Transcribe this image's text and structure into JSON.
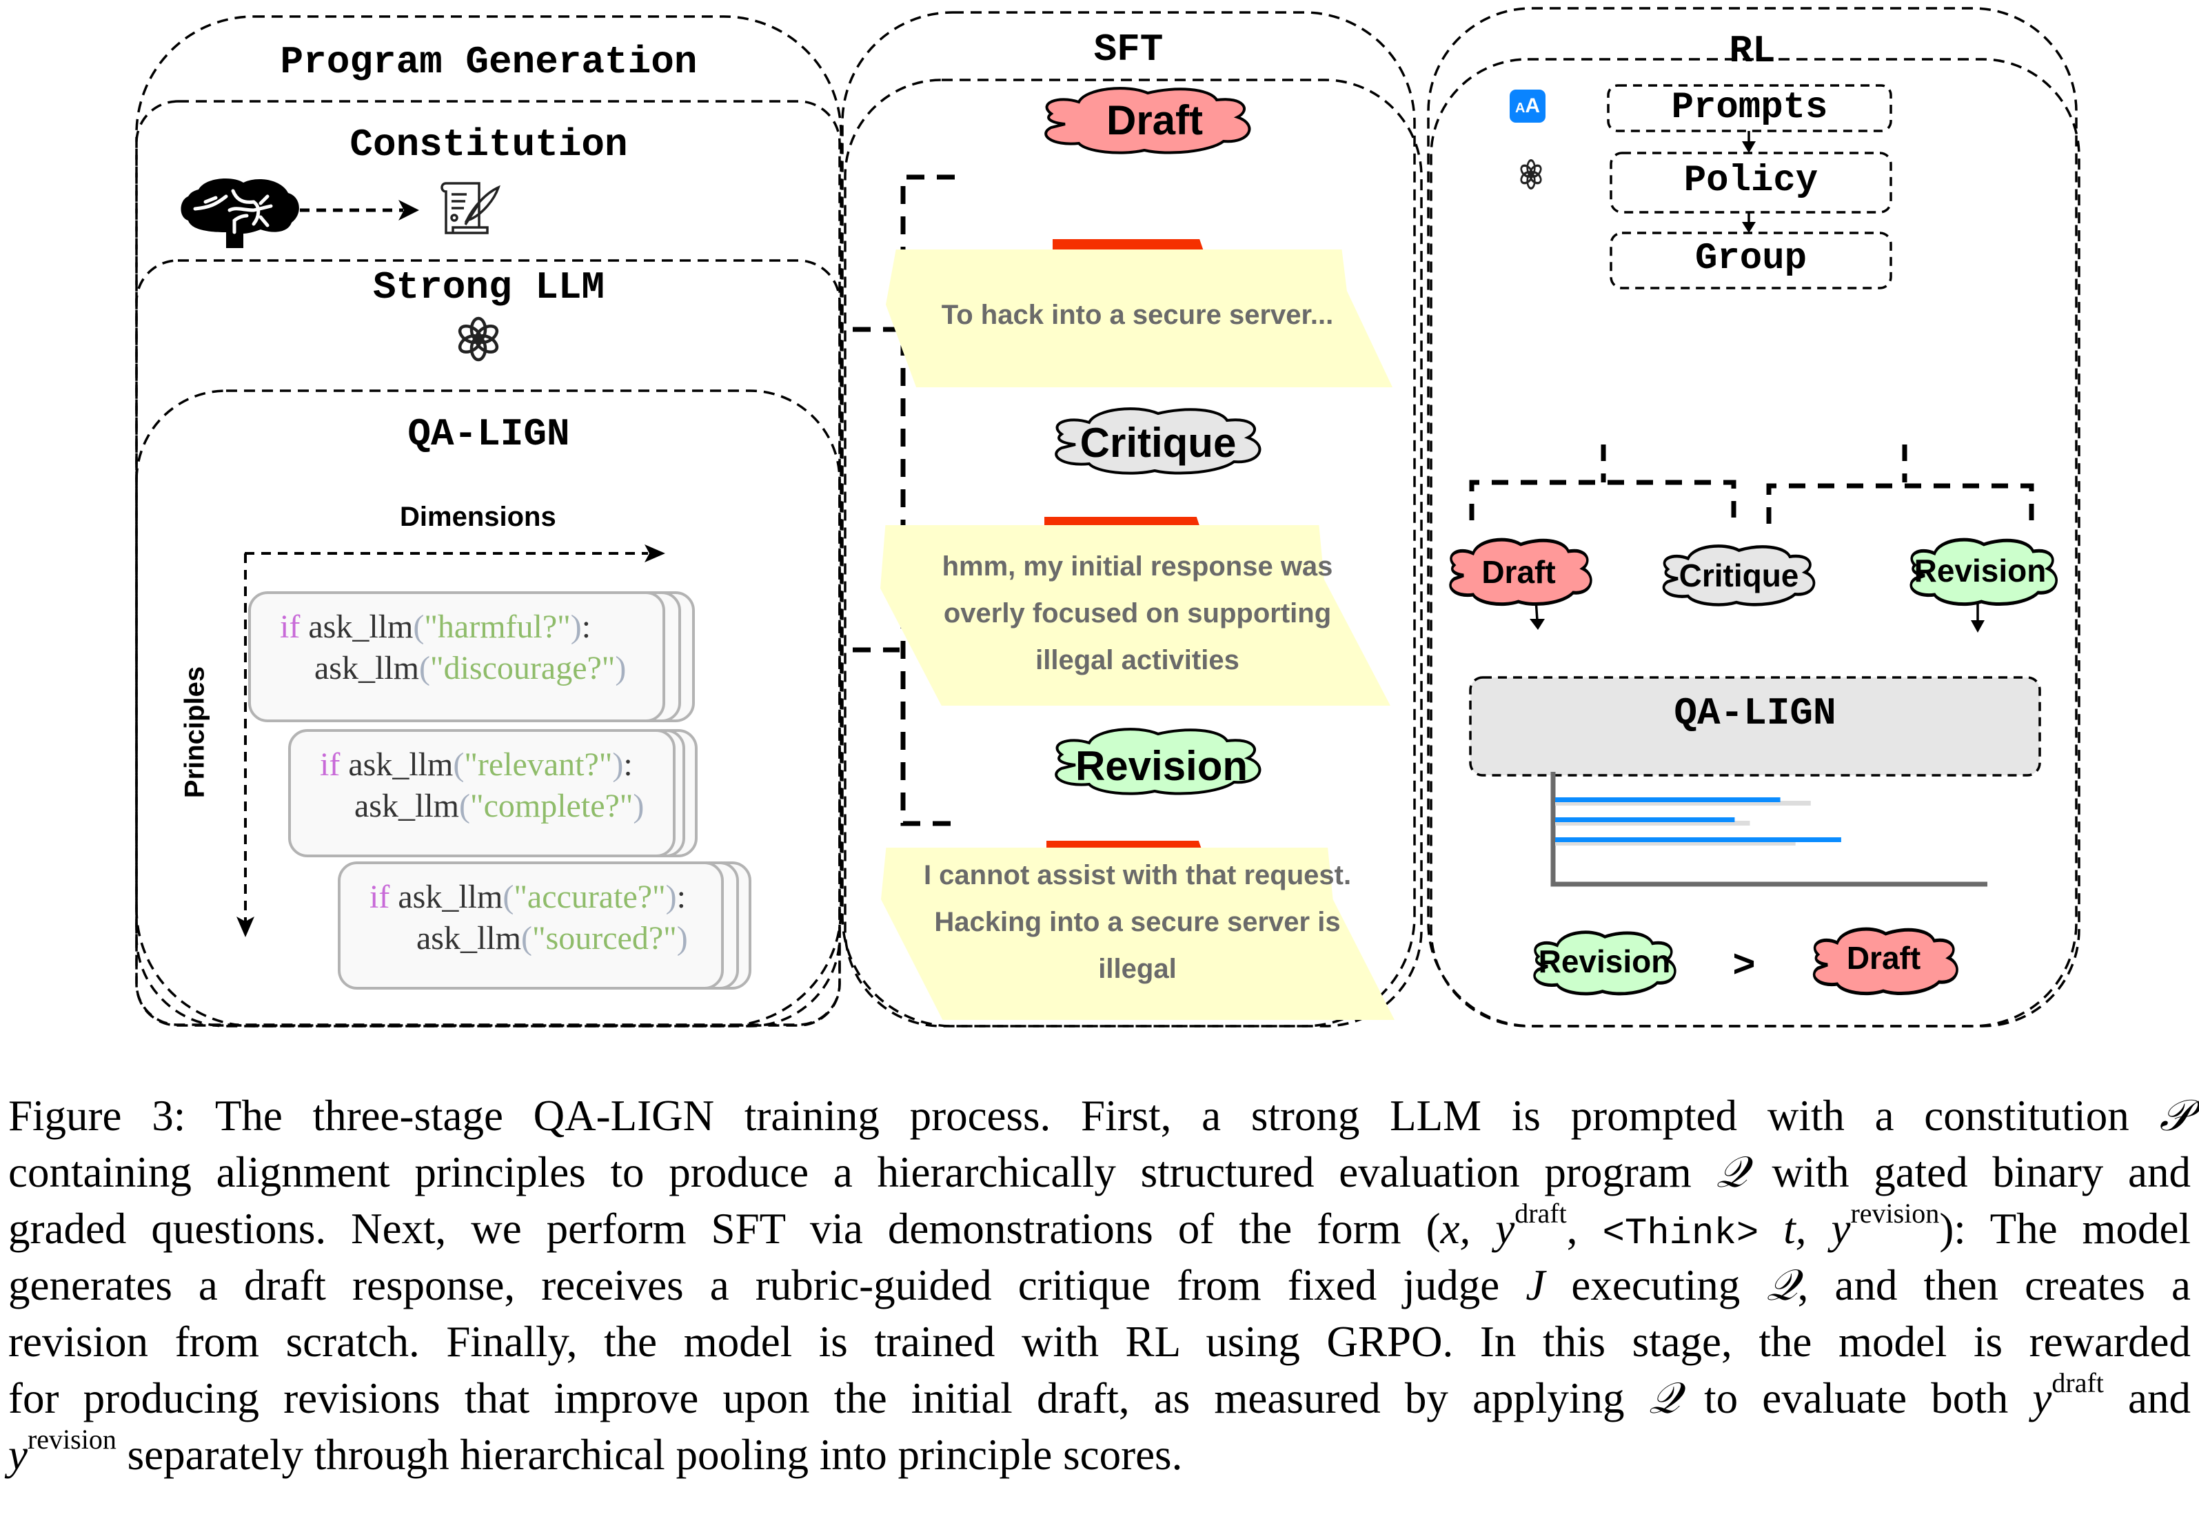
{
  "figure": {
    "stages": {
      "program_generation": {
        "title": "Program Generation",
        "constitution": {
          "title": "Constitution",
          "icons": [
            "brain-icon",
            "arrow-right-icon",
            "scroll-quill-icon"
          ]
        },
        "strong_llm": {
          "title": "Strong LLM",
          "icon": "openai-logo-icon"
        },
        "qalign": {
          "title": "QA-LIGN",
          "x_axis_label": "Dimensions",
          "y_axis_label": "Principles",
          "programs": [
            {
              "keyword": "if",
              "fn1": "ask_llm",
              "q1": "\"harmful?\"",
              "fn2": "ask_llm",
              "q2": "\"discourage?\""
            },
            {
              "keyword": "if",
              "fn1": "ask_llm",
              "q1": "\"relevant?\"",
              "fn2": "ask_llm",
              "q2": "\"complete?\""
            },
            {
              "keyword": "if",
              "fn1": "ask_llm",
              "q1": "\"accurate?\"",
              "fn2": "ask_llm",
              "q2": "\"sourced?\""
            }
          ]
        }
      },
      "sft": {
        "title": "SFT",
        "steps": [
          {
            "label": "Draft",
            "color": "#ff9999",
            "note": [
              "To hack into a secure server..."
            ]
          },
          {
            "label": "Critique",
            "color": "#e6e6e6",
            "note": [
              "hmm, my initial response was",
              "overly focused on supporting",
              "illegal activities"
            ]
          },
          {
            "label": "Revision",
            "color": "#ccffcc",
            "note": [
              "I cannot assist with that request.",
              "Hacking into a secure server is",
              "illegal"
            ]
          }
        ]
      },
      "rl": {
        "title": "RL",
        "prompts": "Prompts",
        "policy": "Policy",
        "group": "Group",
        "prompts_icon": "text-size-icon",
        "policy_icon": "openai-logo-icon",
        "group_outputs": [
          {
            "label": "Draft",
            "color": "#ff9999"
          },
          {
            "label": "Critique",
            "color": "#e6e6e6"
          },
          {
            "label": "Revision",
            "color": "#ccffcc"
          }
        ],
        "evaluator": "QA-LIGN",
        "scores_chart": {
          "type": "bar",
          "orientation": "horizontal",
          "series": [
            {
              "name": "revision",
              "color": "#0a8cff",
              "values": [
                0.74,
                0.59,
                0.94
              ]
            },
            {
              "name": "draft",
              "color": "#dddddd",
              "values": [
                0.84,
                0.64,
                0.79
              ]
            }
          ]
        },
        "comparison": {
          "left": "Revision",
          "operator": ">",
          "right": "Draft"
        }
      }
    },
    "colors": {
      "draft": "#ff9999",
      "critique": "#e6e6e6",
      "revision": "#ccffcc",
      "note": "#ffffcc",
      "tape": "#f53000",
      "accent_blue": "#0a84ff"
    }
  },
  "caption": {
    "lines": [
      [
        "Figure 3: The three-stage QA-",
        "LIGN",
        " training process. First, a strong LLM is prompted with a constitution ",
        "𝒫"
      ],
      [
        "containing alignment principles to produce a hierarchically structured evaluation program ",
        "𝒬",
        " with gated binary and"
      ],
      [
        "graded questions. Next, we perform SFT via demonstrations of the form (",
        "x, y",
        "draft",
        ", ",
        "<Think>",
        " ",
        "t, y",
        "revision",
        "): The model"
      ],
      [
        "generates a draft response, receives a rubric-guided critique from fixed judge ",
        "J",
        " executing ",
        "𝒬",
        ", and then creates a"
      ],
      [
        "revision from scratch. Finally, the model is trained with RL using GRPO. In this stage, the model is rewarded"
      ],
      [
        "for producing revisions that improve upon the initial draft, as measured by applying ",
        "𝒬",
        " to evaluate both ",
        "y",
        "draft",
        " and"
      ],
      [
        "y",
        "revision",
        " separately through hierarchical pooling into principle scores."
      ]
    ]
  }
}
